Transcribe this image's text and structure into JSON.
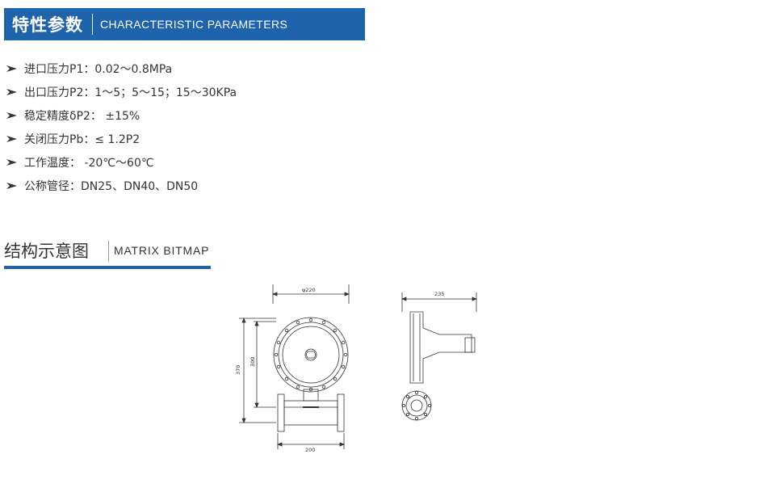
{
  "header": {
    "title_cn": "特性参数",
    "title_en": "CHARACTERISTIC PARAMETERS"
  },
  "params": [
    "进口压力P1：0.02～0.8MPa",
    "出口压力P2：1～5；5～15；15～30KPa",
    "稳定精度δP2： ±15%",
    "关闭压力Pb：≤ 1.2P2",
    "工作温度： -20℃～60℃",
    "公称管径：DN25、DN40、DN50"
  ],
  "section": {
    "title_cn": "结构示意图",
    "title_en": "MATRIX BITMAP"
  },
  "diagram": {
    "dim_diameter": "φ220",
    "dim_height_total": "370",
    "dim_height_inner": "300",
    "dim_length": "200",
    "dim_side_width": "235"
  },
  "colors": {
    "brand_blue": "#1f63ad",
    "text": "#333333"
  }
}
